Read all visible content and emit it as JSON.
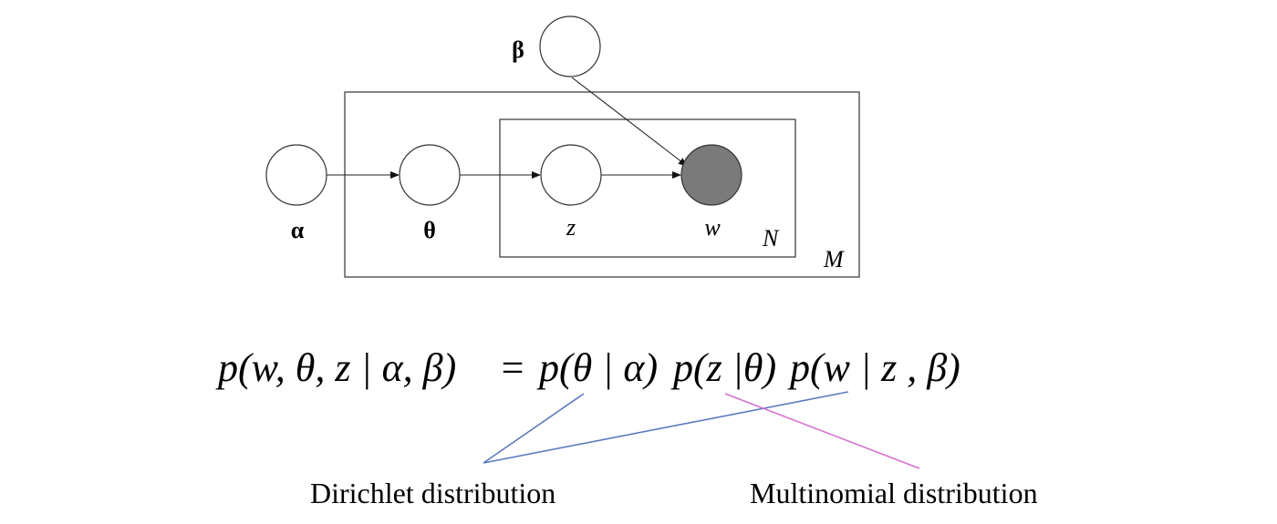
{
  "nodes": {
    "alpha": "α",
    "beta": "β",
    "theta": "θ",
    "z": "z",
    "w": "w"
  },
  "plates": {
    "outer": "M",
    "inner": "N"
  },
  "formula": {
    "lhs": "p(w, θ, z | α, β)",
    "equals": "=",
    "term_theta": "p(θ | α)",
    "term_z": "p(z |θ)",
    "term_w": "p(w | z , β)"
  },
  "annotations": {
    "dirichlet": "Dirichlet distribution",
    "multinomial": "Multinomial distribution"
  },
  "colors": {
    "observed_node": "#7a7a7a",
    "dirichlet_line": "#5b7bbf",
    "multinomial_line": "#d66fd0"
  }
}
